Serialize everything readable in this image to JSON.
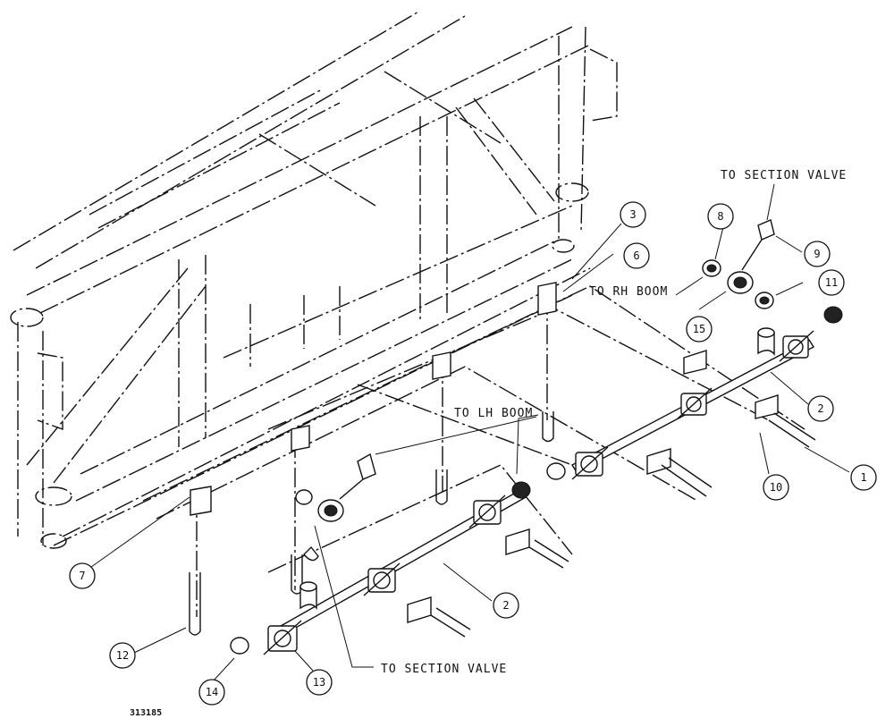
{
  "drawing_number": "313185",
  "callouts": {
    "to_section_valve_top": "TO SECTION VALVE",
    "to_rh_boom": "TO RH BOOM",
    "to_lh_boom": "TO LH BOOM",
    "to_section_valve_bottom": "TO SECTION VALVE"
  },
  "item_numbers": [
    "1",
    "2",
    "2",
    "3",
    "6",
    "7",
    "8",
    "9",
    "10",
    "11",
    "12",
    "13",
    "14",
    "15"
  ]
}
